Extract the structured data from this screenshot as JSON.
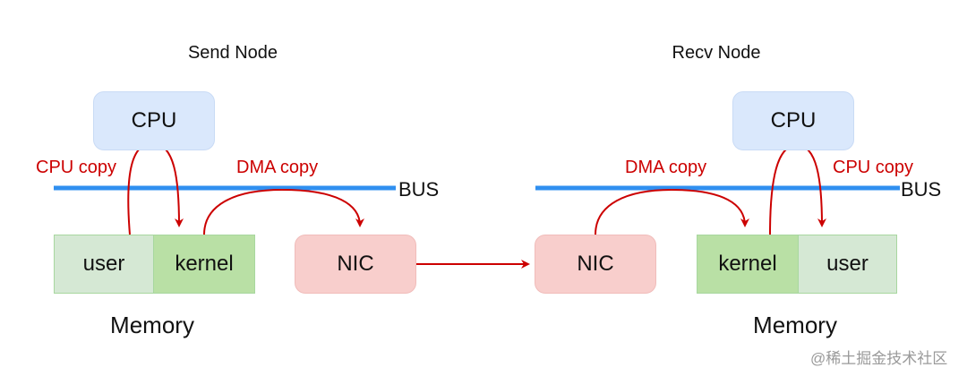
{
  "send": {
    "title": "Send Node",
    "cpu": "CPU",
    "cpu_copy": "CPU copy",
    "dma_copy": "DMA copy",
    "bus": "BUS",
    "user": "user",
    "kernel": "kernel",
    "nic": "NIC",
    "memory": "Memory"
  },
  "recv": {
    "title": "Recv Node",
    "cpu": "CPU",
    "cpu_copy": "CPU copy",
    "dma_copy": "DMA copy",
    "bus": "BUS",
    "user": "user",
    "kernel": "kernel",
    "nic": "NIC",
    "memory": "Memory"
  },
  "watermark": "@稀土掘金技术社区",
  "colors": {
    "bus": "#2f8ff0",
    "arrow": "#cc0000",
    "cpu_fill": "#dae8fc",
    "nic_fill": "#f8cecc",
    "user_fill": "#d5e8d4",
    "kernel_fill": "#b9e0a5"
  }
}
